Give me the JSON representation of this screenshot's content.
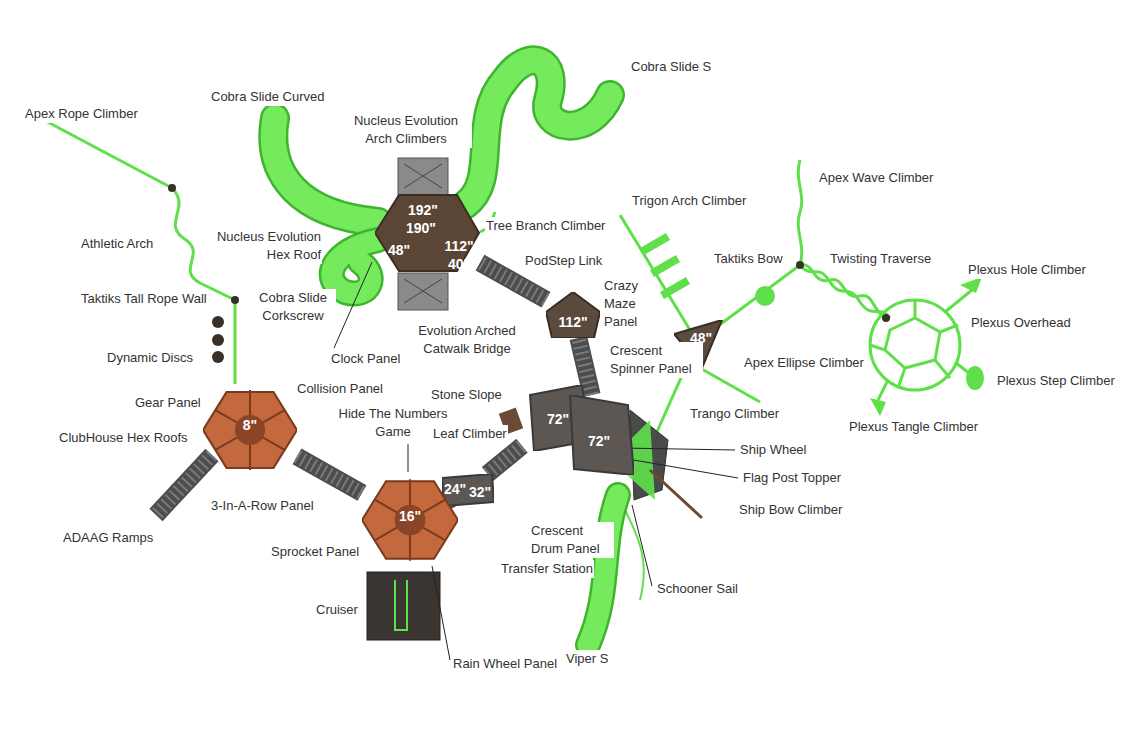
{
  "diagram": {
    "nodes": [
      {
        "text": [
          "192\"",
          "190\"",
          "48\"",
          "112\"",
          "40\""
        ]
      },
      {
        "text": [
          "112\""
        ]
      },
      {
        "text": [
          "48\""
        ]
      },
      {
        "text": [
          "72\""
        ]
      },
      {
        "text": [
          "72\""
        ]
      },
      {
        "text": [
          "8\""
        ]
      },
      {
        "text": [
          "24\"",
          "32\""
        ]
      },
      {
        "text": [
          "16\""
        ]
      }
    ],
    "edges": [
      {
        "from": 5,
        "to": 7,
        "arrow": "none"
      },
      {
        "from": 7,
        "to": 6,
        "arrow": "none"
      },
      {
        "from": 6,
        "to": 3,
        "arrow": "none"
      },
      {
        "from": 4,
        "to": 1,
        "arrow": "none"
      },
      {
        "from": 1,
        "to": 0,
        "arrow": "none"
      }
    ],
    "labels": [
      "Cobra Slide S",
      "Cobra Slide Curved",
      "Nucleus Evolution Arch Climbers",
      "Apex Rope Climber",
      "Apex Wave Climber",
      "Trigon Arch Climber",
      "Tree Branch Climber",
      "Athletic Arch",
      "Nucleus Evolution Hex Roof",
      "Taktiks Bow",
      "Twisting Traverse",
      "PodStep Link",
      "Crazy Maze Panel",
      "Plexus Hole Climber",
      "Taktiks Tall Rope Wall",
      "Cobra Slide Corkscrew",
      "Plexus Overhead",
      "Evolution Arched Catwalk Bridge",
      "Clock Panel",
      "Dynamic Discs",
      "Crescent Spinner Panel",
      "Apex Ellipse Climber",
      "Plexus Step Climber",
      "Collision Panel",
      "Stone Slope",
      "Hide The Numbers Game",
      "Gear Panel",
      "Trango Climber",
      "Plexus Tangle Climber",
      "ClubHouse Hex Roofs",
      "Leaf Climber",
      "Ship Wheel",
      "Flag Post Topper",
      "3-In-A-Row Panel",
      "Ship Bow Climber",
      "Crescent Drum Panel",
      "ADAAG Ramps",
      "Transfer Station",
      "Sprocket Panel",
      "Schooner Sail",
      "Cruiser",
      "Viper S",
      "Rain Wheel Panel"
    ]
  }
}
